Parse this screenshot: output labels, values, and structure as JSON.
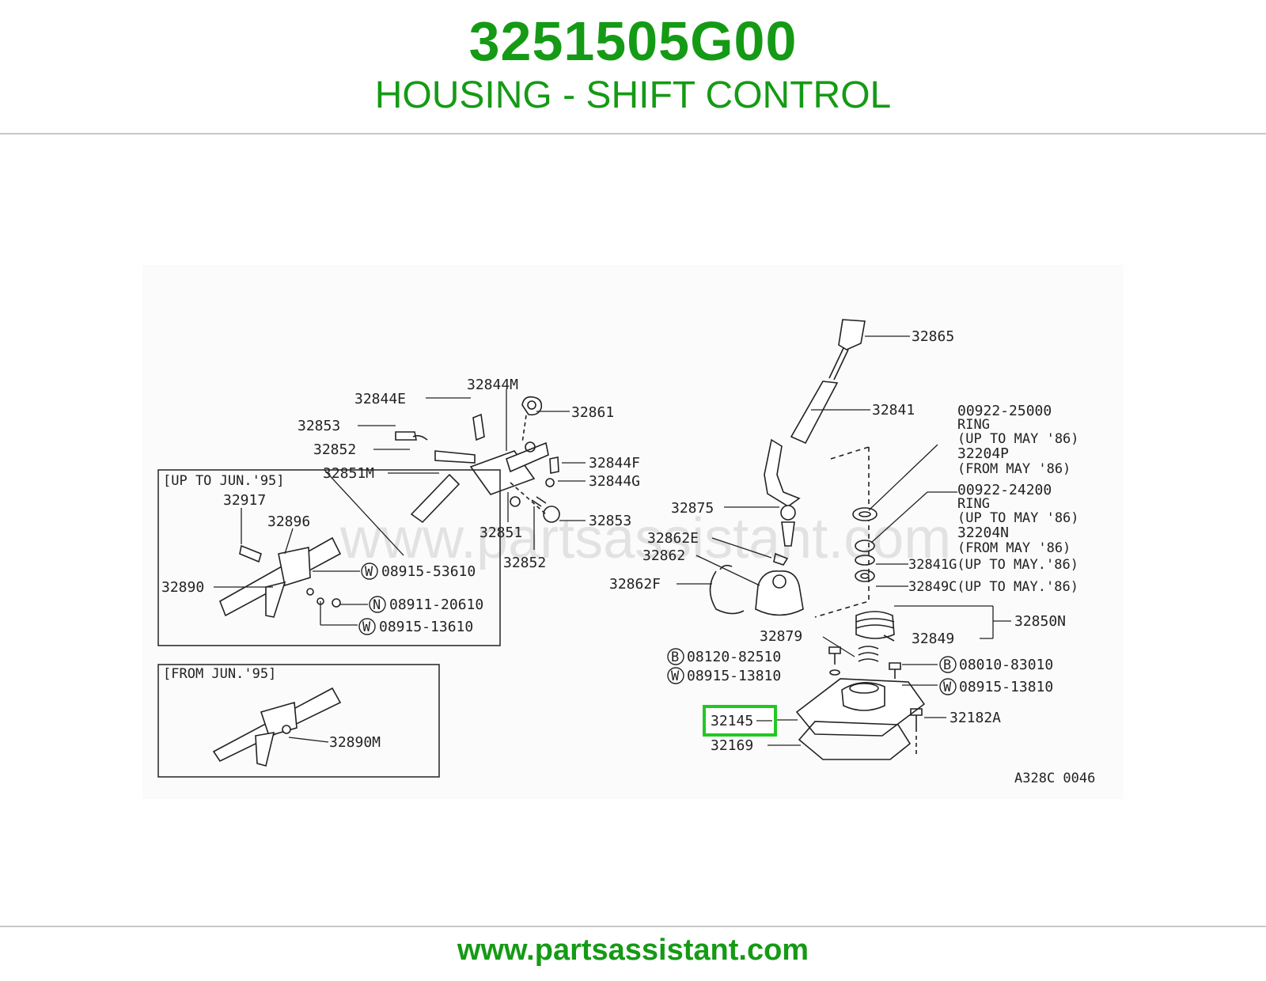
{
  "header": {
    "part_number": "3251505G00",
    "description": "HOUSING - SHIFT CONTROL"
  },
  "footer": {
    "url": "www.partsassistant.com"
  },
  "diagram": {
    "watermark": "www.partsassistant.com",
    "drawing_code": "A328C 0046",
    "boxes": {
      "up_to": "[UP TO JUN.'95]",
      "from": "[FROM JUN.'95]"
    },
    "labels": {
      "p32865": "32865",
      "p32841": "32841",
      "p32844M": "32844M",
      "p32844E": "32844E",
      "p32861": "32861",
      "p32853a": "32853",
      "p32852a": "32852",
      "p32851M": "32851M",
      "p32844F": "32844F",
      "p32844G": "32844G",
      "p32853b": "32853",
      "p32851": "32851",
      "p32852b": "32852",
      "p32917": "32917",
      "p32896": "32896",
      "p32890": "32890",
      "w08915_53610": "08915-53610",
      "n08911_20610": "08911-20610",
      "w08915_13610": "08915-13610",
      "p32890M": "32890M",
      "p32875": "32875",
      "p32862E": "32862E",
      "p32862": "32862",
      "p32862F": "32862F",
      "r1_line1": "00922-25000",
      "r1_line2": "RING",
      "r1_line3": "(UP TO MAY '86)",
      "r1_line4": "32204P",
      "r1_line5": "(FROM MAY '86)",
      "r2_line1": "00922-24200",
      "r2_line2": "RING",
      "r2_line3": "(UP TO MAY '86)",
      "r2_line4": "32204N",
      "r2_line5": "(FROM MAY '86)",
      "p32841G": "32841G(UP TO MAY.'86)",
      "p32849C": "32849C(UP TO MAY.'86)",
      "p32850N": "32850N",
      "p32879": "32879",
      "p32849": "32849",
      "b08120_82510": "08120-82510",
      "w08915_13810a": "08915-13810",
      "b08010_83010": "08010-83010",
      "w08915_13810b": "08915-13810",
      "p32145": "32145",
      "p32182A": "32182A",
      "p32169": "32169"
    },
    "symbols": {
      "W": "W",
      "N": "N",
      "B": "B"
    },
    "highlight_color": "#22c822",
    "brand_color": "#159a15"
  }
}
